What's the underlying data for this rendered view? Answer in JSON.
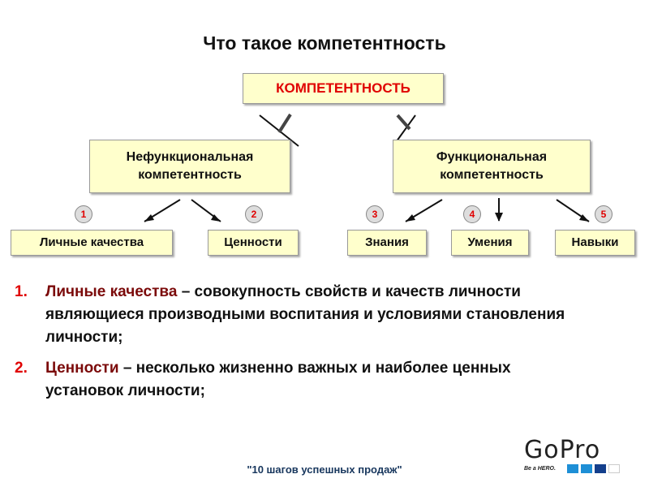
{
  "title": "Что такое компетентность",
  "root": "КОМПЕТЕНТНОСТЬ",
  "branches": {
    "left": "Нефункциональная компетентность",
    "right": "Функциональная компетентность"
  },
  "leaves": [
    {
      "num": "1",
      "label": "Личные качества"
    },
    {
      "num": "2",
      "label": "Ценности"
    },
    {
      "num": "3",
      "label": "Знания"
    },
    {
      "num": "4",
      "label": "Умения"
    },
    {
      "num": "5",
      "label": "Навыки"
    }
  ],
  "list": [
    {
      "num": "1.",
      "term": "Личные качества",
      "text": " – совокупность свойств и качеств личности являющиеся производными воспитания и условиями становления личности;"
    },
    {
      "num": "2.",
      "term": "Ценности",
      "text": " – несколько жизненно важных и наиболее ценных установок личности;"
    }
  ],
  "footer": "\"10 шагов успешных продаж\"",
  "logo": {
    "brand": "GoPro",
    "tagline": "Be a HERO."
  }
}
